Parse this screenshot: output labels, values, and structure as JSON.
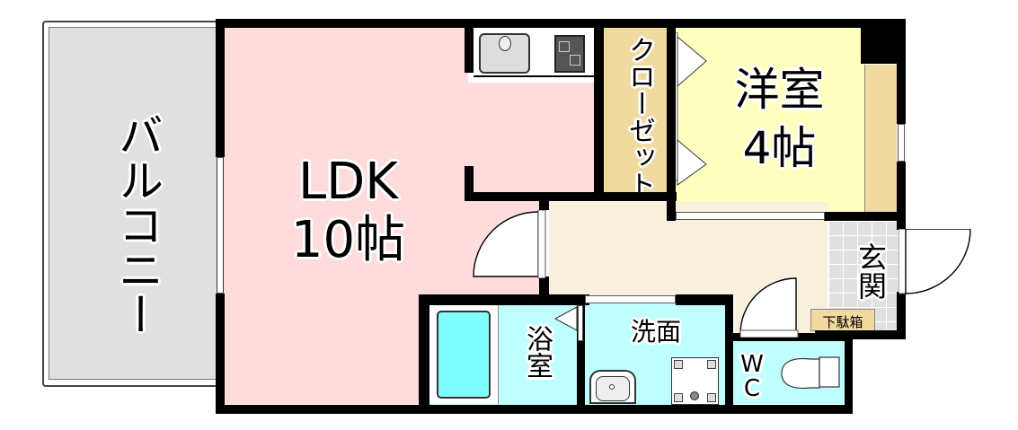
{
  "floorplan": {
    "layout_type": "1LDK",
    "colors": {
      "balcony": "#e0e0e0",
      "ldk": "#ffdcdc",
      "western_room": "#ffffc0",
      "closet": "#f0daa0",
      "hallway": "#f8f0dc",
      "wet_area": "#c0ffff",
      "bathtub": "#80ffff",
      "entrance_tile": "#e0e0e0",
      "wall": "#000000"
    },
    "rooms": {
      "balcony": {
        "label": "バルコニー"
      },
      "ldk": {
        "label": "LDK",
        "size": "10帖"
      },
      "western_room": {
        "label": "洋室",
        "size": "4帖"
      },
      "closet": {
        "label": "クローゼット"
      },
      "entrance": {
        "label": "玄関"
      },
      "shoe_box": {
        "label": "下駄箱"
      },
      "bathroom": {
        "label": "浴室"
      },
      "washroom": {
        "label": "洗面"
      },
      "toilet": {
        "label": "WC"
      }
    }
  }
}
